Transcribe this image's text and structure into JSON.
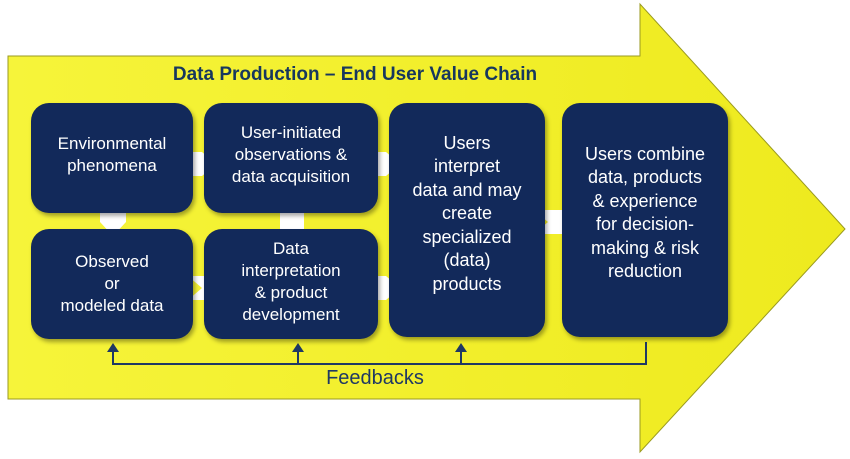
{
  "diagram": {
    "title": "Data Production – End User Value Chain",
    "boxes": {
      "env": "Environmental\nphenomena",
      "user_obs": "User-initiated\nobservations &\ndata acquisition",
      "users_interpret": "Users\ninterpret\ndata and may\ncreate\nspecialized\n(data)\nproducts",
      "users_combine": "Users combine\ndata, products\n& experience\nfor decision-\nmaking & risk\nreduction",
      "observed": "Observed\nor\nmodeled data",
      "interpretation": "Data\ninterpretation\n& product\ndevelopment"
    },
    "feedback_label": "Feedbacks",
    "colors": {
      "arrow_fill": "#f3f12a",
      "box_fill": "#12295a",
      "title_text": "#17375e",
      "connector": "#ffffff",
      "feedback_line": "#1f3864"
    }
  }
}
